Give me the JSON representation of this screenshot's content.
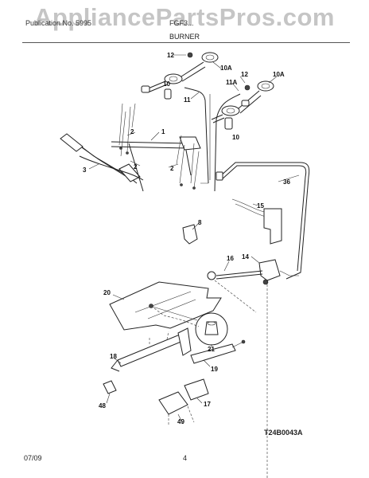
{
  "header": {
    "watermark": "AppliancePartsPros.com",
    "left_text": "Publication No. 5995",
    "right_text": "FGF3...",
    "section_title": "BURNER"
  },
  "callouts": [
    "1",
    "2",
    "2",
    "2",
    "3",
    "8",
    "10",
    "10",
    "10A",
    "10A",
    "11",
    "11A",
    "12",
    "12",
    "14",
    "15",
    "16",
    "17",
    "18",
    "19",
    "20",
    "21",
    "36",
    "48",
    "49"
  ],
  "figure_code": "T24B0043A",
  "footer": {
    "date": "07/09",
    "page_number": "4"
  }
}
